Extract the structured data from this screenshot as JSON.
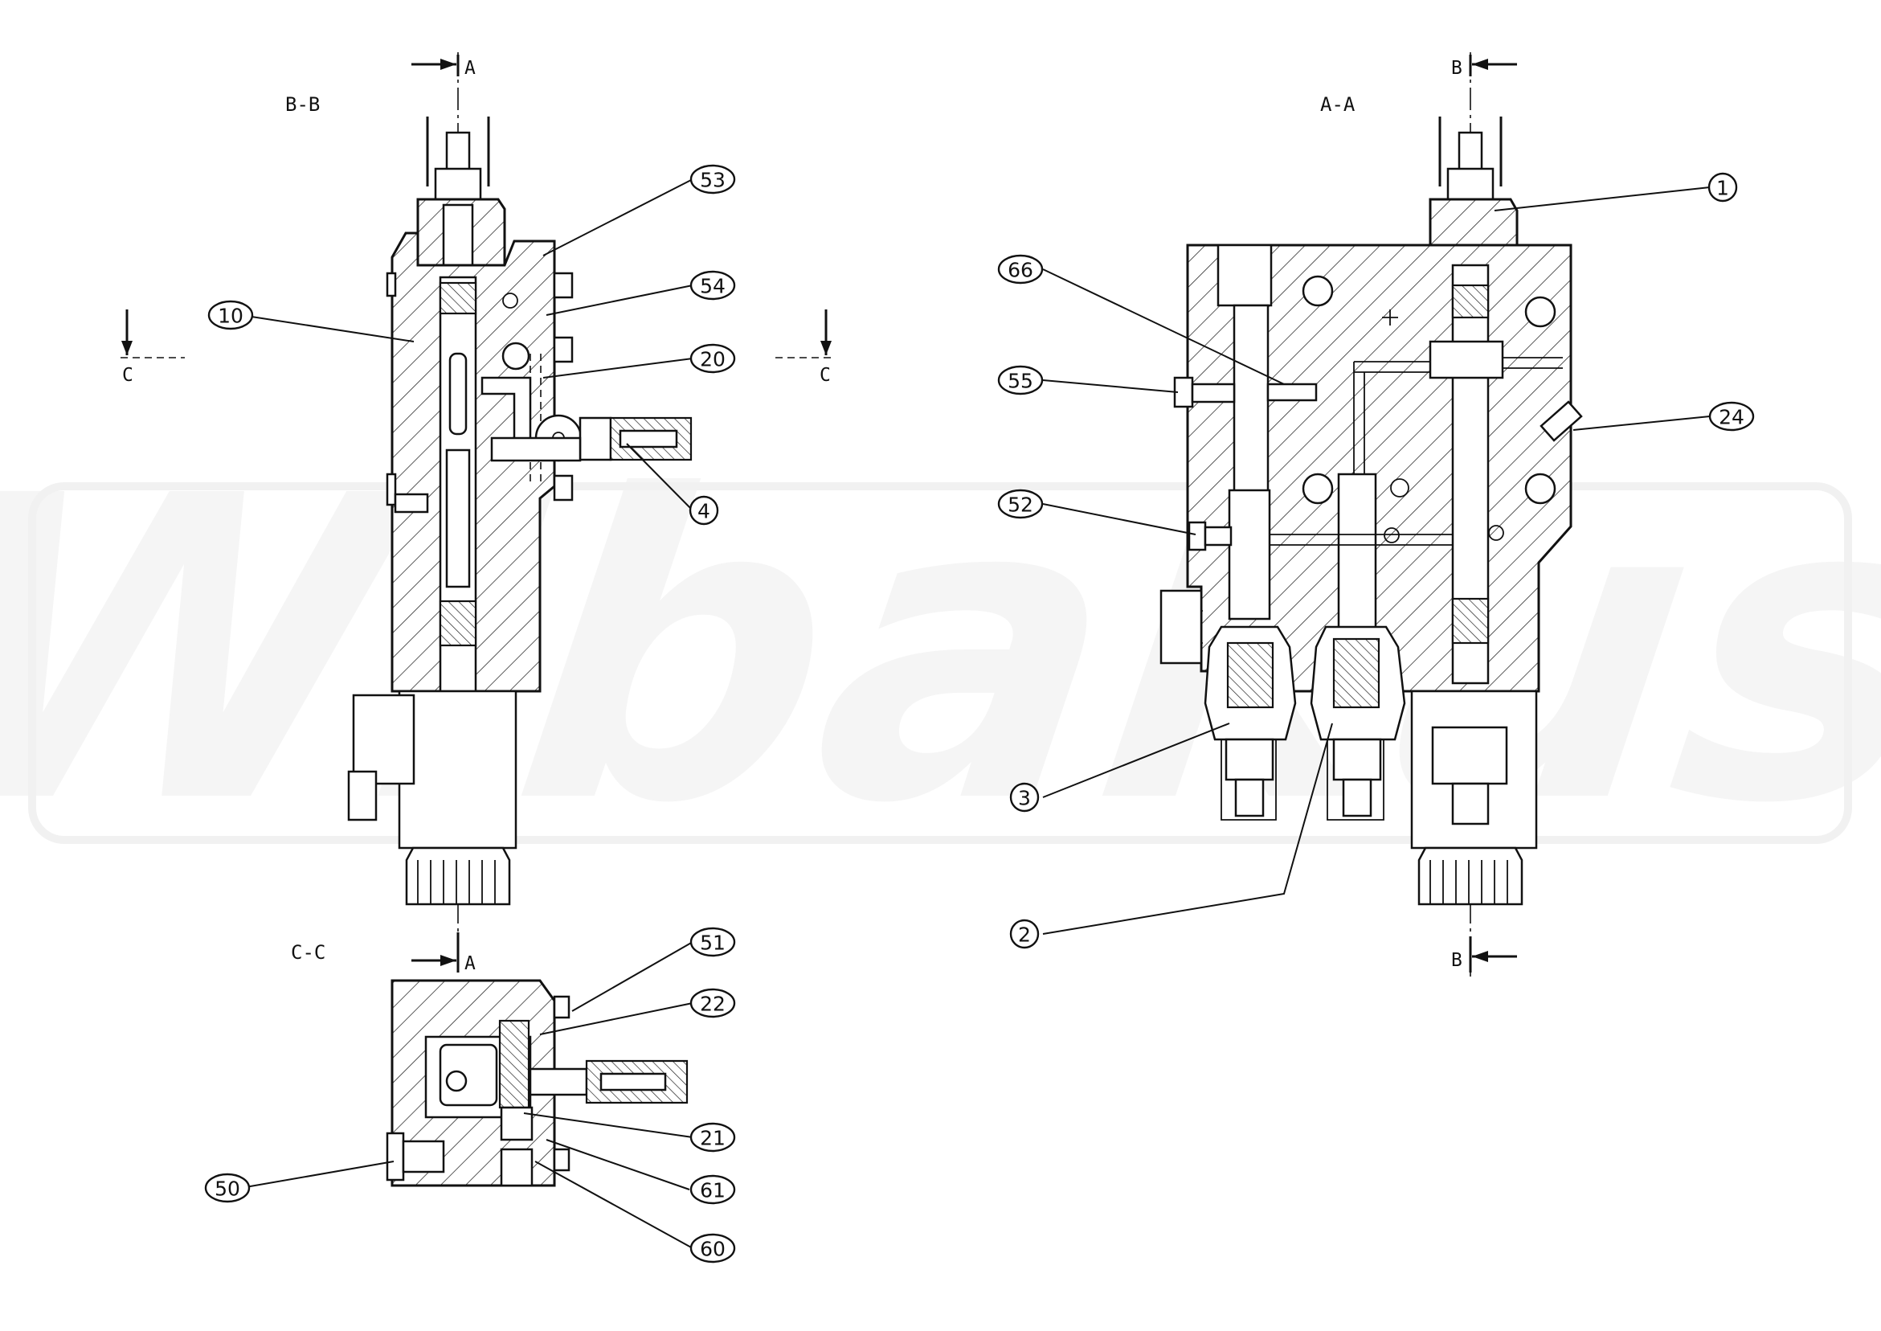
{
  "watermark": "Wibakus",
  "views": [
    {
      "id": "bb",
      "label": "B-B"
    },
    {
      "id": "cc",
      "label": "C-C"
    },
    {
      "id": "aa",
      "label": "A-A"
    }
  ],
  "section_marks": {
    "a_top": "A",
    "a_bottom": "A",
    "b_top": "B",
    "b_bottom": "B",
    "c_left": "C",
    "c_right": "C"
  },
  "balloons": [
    {
      "id": "53",
      "label": "53"
    },
    {
      "id": "54",
      "label": "54"
    },
    {
      "id": "10",
      "label": "10"
    },
    {
      "id": "20",
      "label": "20"
    },
    {
      "id": "4",
      "label": "4"
    },
    {
      "id": "51",
      "label": "51"
    },
    {
      "id": "22",
      "label": "22"
    },
    {
      "id": "21",
      "label": "21"
    },
    {
      "id": "50",
      "label": "50"
    },
    {
      "id": "61",
      "label": "61"
    },
    {
      "id": "60",
      "label": "60"
    },
    {
      "id": "1",
      "label": "1"
    },
    {
      "id": "66",
      "label": "66"
    },
    {
      "id": "55",
      "label": "55"
    },
    {
      "id": "24",
      "label": "24"
    },
    {
      "id": "52",
      "label": "52"
    },
    {
      "id": "3",
      "label": "3"
    },
    {
      "id": "2",
      "label": "2"
    }
  ]
}
